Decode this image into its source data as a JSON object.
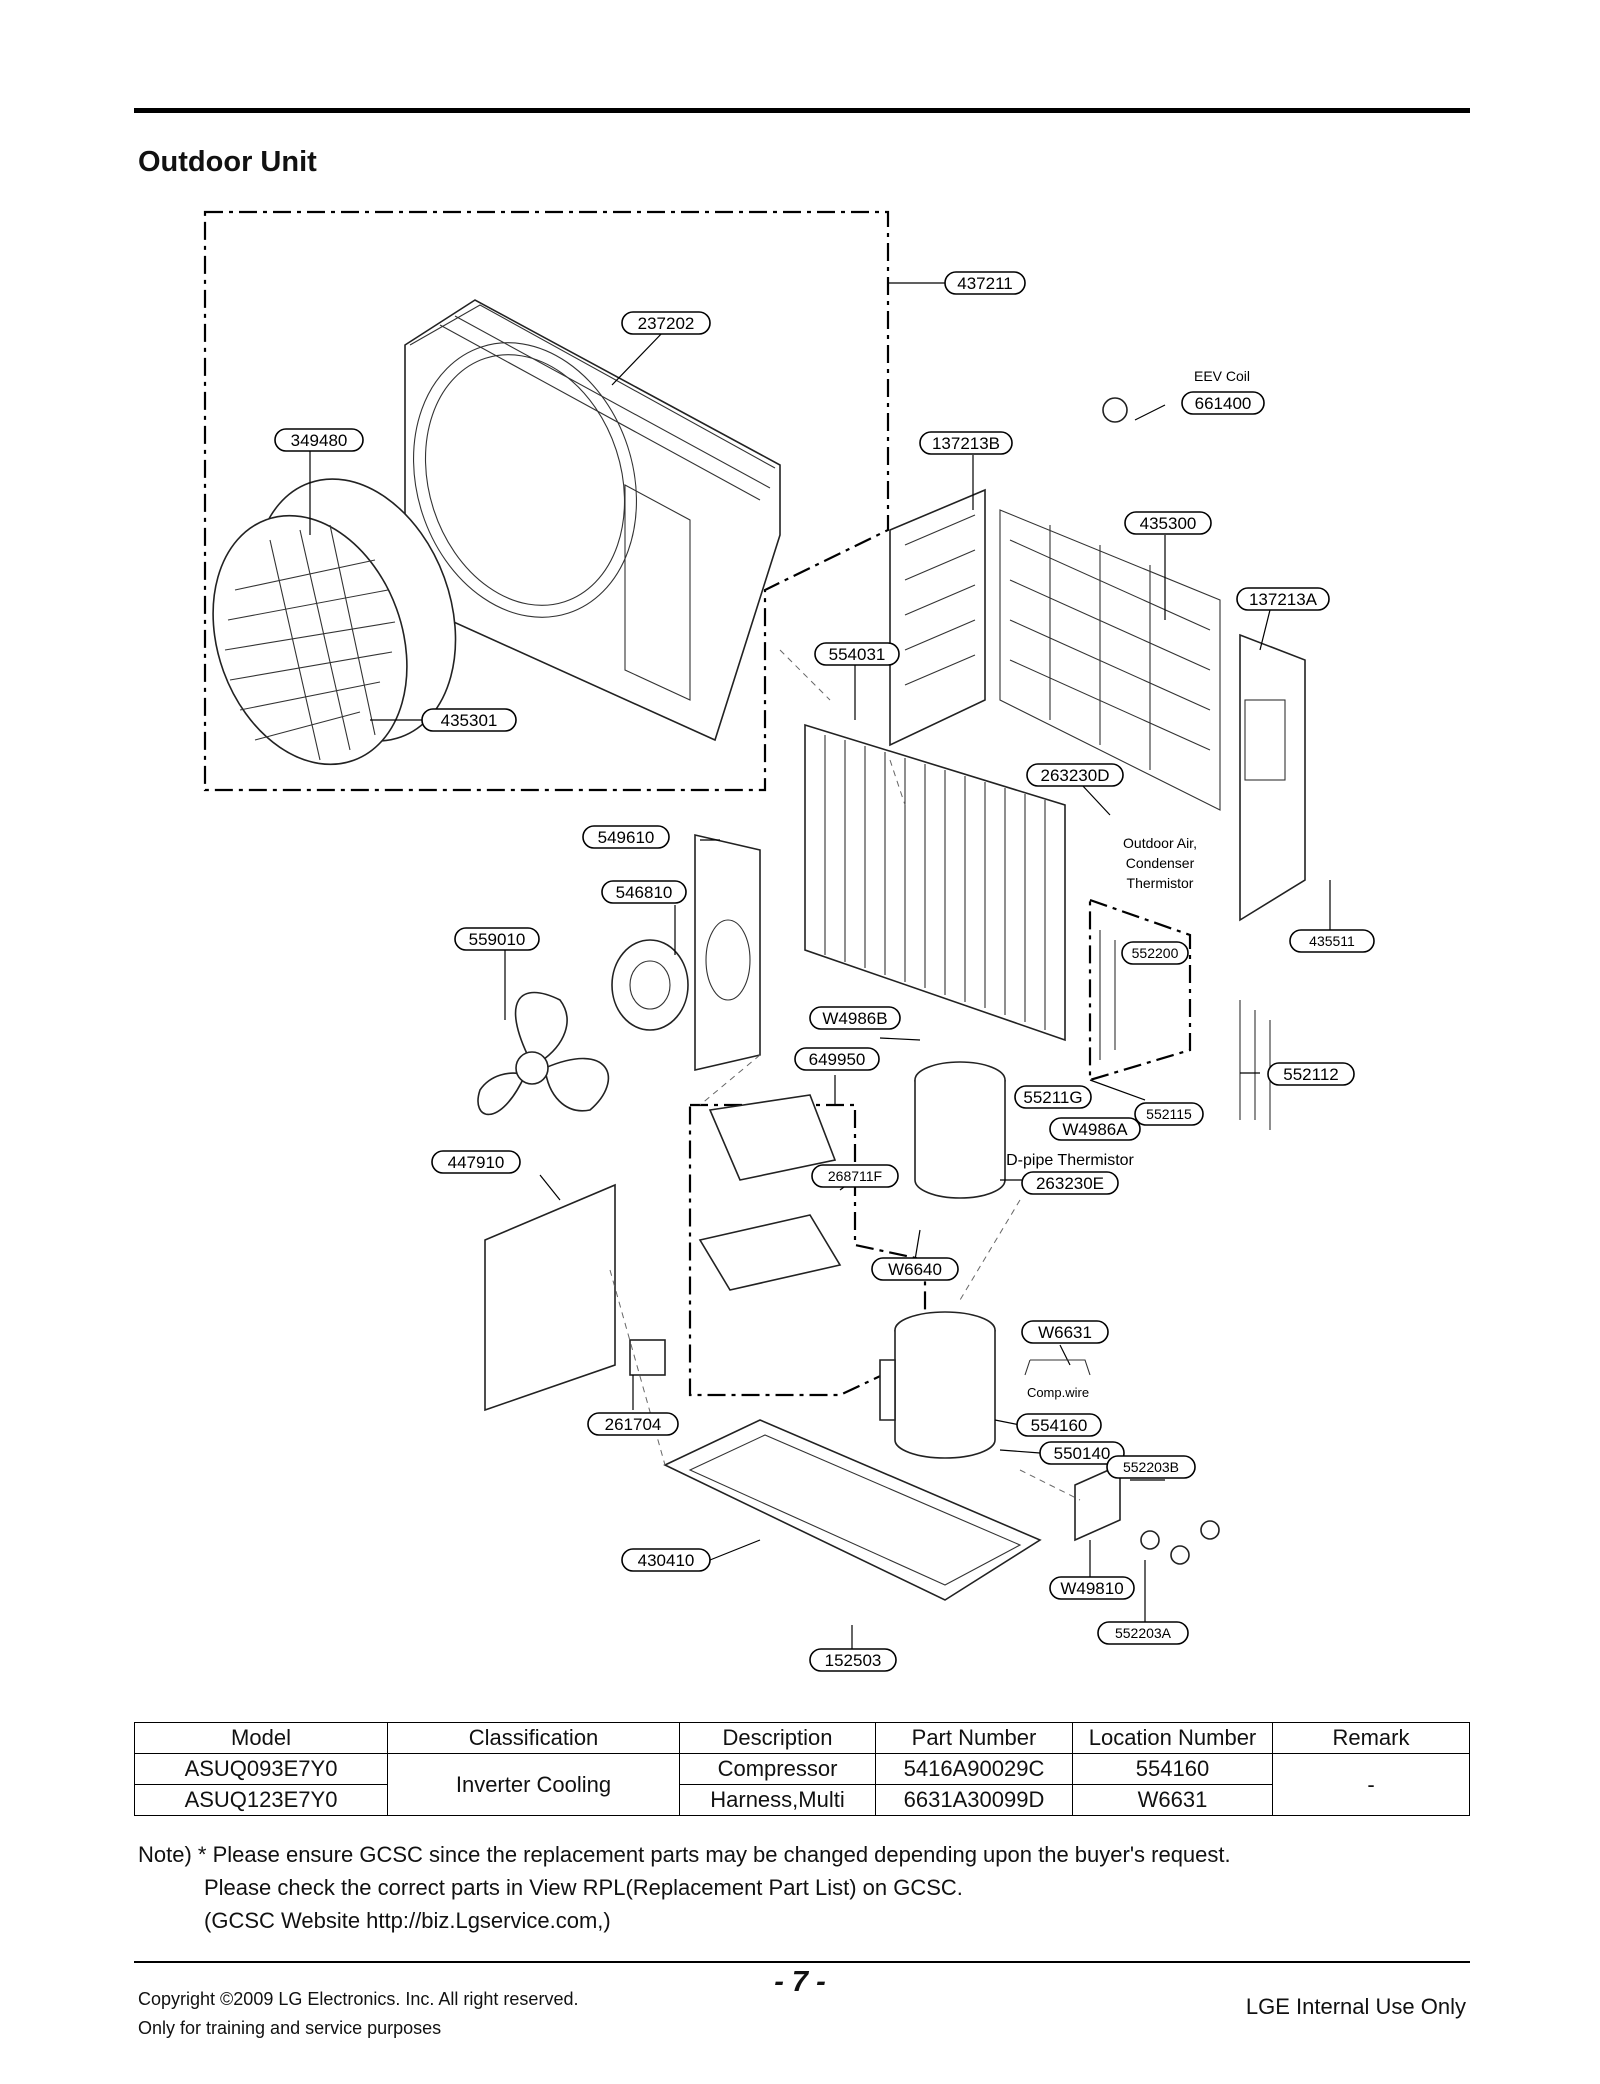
{
  "page": {
    "title": "Outdoor Unit",
    "page_number": "- 7 -",
    "footer_left_line1": "Copyright ©2009 LG Electronics. Inc. All right reserved.",
    "footer_left_line2": "Only for training and service purposes",
    "footer_right": "LGE Internal Use Only"
  },
  "diagram": {
    "labels": {
      "eev_coil": "EEV Coil",
      "thermistor_outdoor_1": "Outdoor Air,",
      "thermistor_outdoor_2": "Condenser",
      "thermistor_outdoor_3": "Thermistor",
      "dpipe_thermistor": "D-pipe Thermistor",
      "comp_wire": "Comp.wire"
    },
    "callouts": {
      "c437211": "437211",
      "c237202": "237202",
      "c661400": "661400",
      "c349480": "349480",
      "c137213B": "137213B",
      "c435300": "435300",
      "c137213A": "137213A",
      "c554031": "554031",
      "c435301": "435301",
      "c263230D": "263230D",
      "c549610": "549610",
      "c546810": "546810",
      "c559010": "559010",
      "c435511": "435511",
      "c552200": "552200",
      "cW4986B": "W4986B",
      "c649950": "649950",
      "c552112": "552112",
      "c55211G": "55211G",
      "c552115": "552115",
      "cW4986A": "W4986A",
      "c447910": "447910",
      "c268711F": "268711F",
      "c263230E": "263230E",
      "cW6640": "W6640",
      "cW6631": "W6631",
      "c261704": "261704",
      "c554160": "554160",
      "c550140": "550140",
      "c552203B": "552203B",
      "c430410": "430410",
      "cW49810": "W49810",
      "c552203A": "552203A",
      "c152503": "152503"
    }
  },
  "table": {
    "headers": [
      "Model",
      "Classification",
      "Description",
      "Part Number",
      "Location Number",
      "Remark"
    ],
    "models": [
      "ASUQ093E7Y0",
      "ASUQ123E7Y0"
    ],
    "classification": "Inverter Cooling",
    "rows": [
      {
        "description": "Compressor",
        "part_number": "5416A90029C",
        "location": "554160"
      },
      {
        "description": "Harness,Multi",
        "part_number": "6631A30099D",
        "location": "W6631"
      }
    ],
    "remark": "-"
  },
  "note": {
    "line1": "Note) * Please ensure GCSC since the replacement parts may be changed depending upon the buyer's request.",
    "line2": "Please check  the correct parts in View RPL(Replacement Part List) on GCSC.",
    "line3": "(GCSC Website  http://biz.Lgservice.com,)"
  }
}
